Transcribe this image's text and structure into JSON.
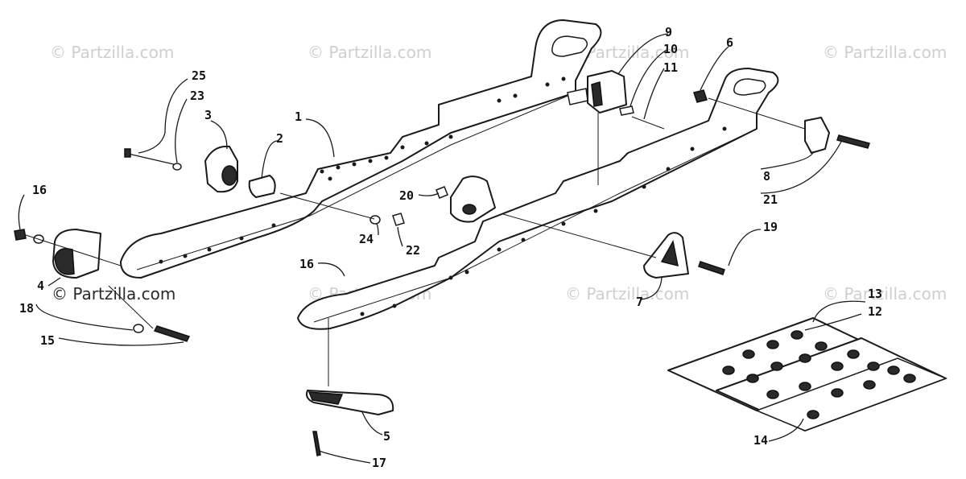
{
  "watermarks": [
    "© Partzilla.com",
    "© Partzilla.com",
    "© Partzilla.com",
    "© Partzilla.com",
    "© Partzilla.com",
    "© Partzilla.com",
    "© Partzilla.com",
    "© Partzilla.com"
  ],
  "callouts": {
    "c1": "1",
    "c2": "2",
    "c3": "3",
    "c4": "4",
    "c5": "5",
    "c6": "6",
    "c7": "7",
    "c8": "8",
    "c9": "9",
    "c10": "10",
    "c11": "11",
    "c12": "12",
    "c13": "13",
    "c14": "14",
    "c15": "15",
    "c16a": "16",
    "c16b": "16",
    "c17": "17",
    "c18": "18",
    "c19": "19",
    "c20": "20",
    "c21": "21",
    "c22": "22",
    "c23": "23",
    "c24": "24",
    "c25": "25"
  }
}
